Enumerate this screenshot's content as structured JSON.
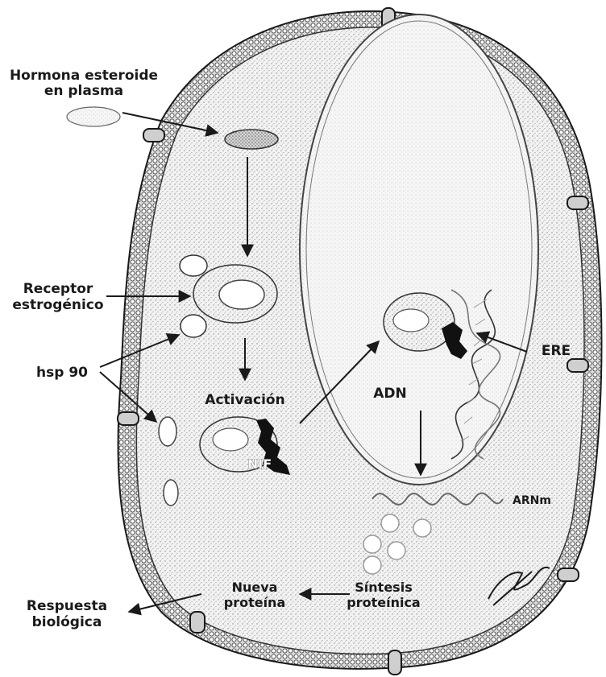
{
  "labels": {
    "hormona_line1": "Hormona esteroide",
    "hormona_line2": "en plasma",
    "receptor_line1": "Receptor",
    "receptor_line2": "estrogénico",
    "hsp": "hsp 90",
    "activacion": "Activación",
    "nif": "NIF",
    "ere": "ERE",
    "adn": "ADN",
    "arnm": "ARNm",
    "nueva_line1": "Nueva",
    "nueva_line2": "proteína",
    "sintesis_line1": "Síntesis",
    "sintesis_line2": "proteínica",
    "respuesta_line1": "Respuesta",
    "respuesta_line2": "biológica"
  },
  "colors": {
    "ink": "#1a1a1a",
    "membrane": "#2a2a2a",
    "cytoplasm": "#e9e9e9",
    "nucleus": "#efefef",
    "highlight": "#ffffff"
  }
}
